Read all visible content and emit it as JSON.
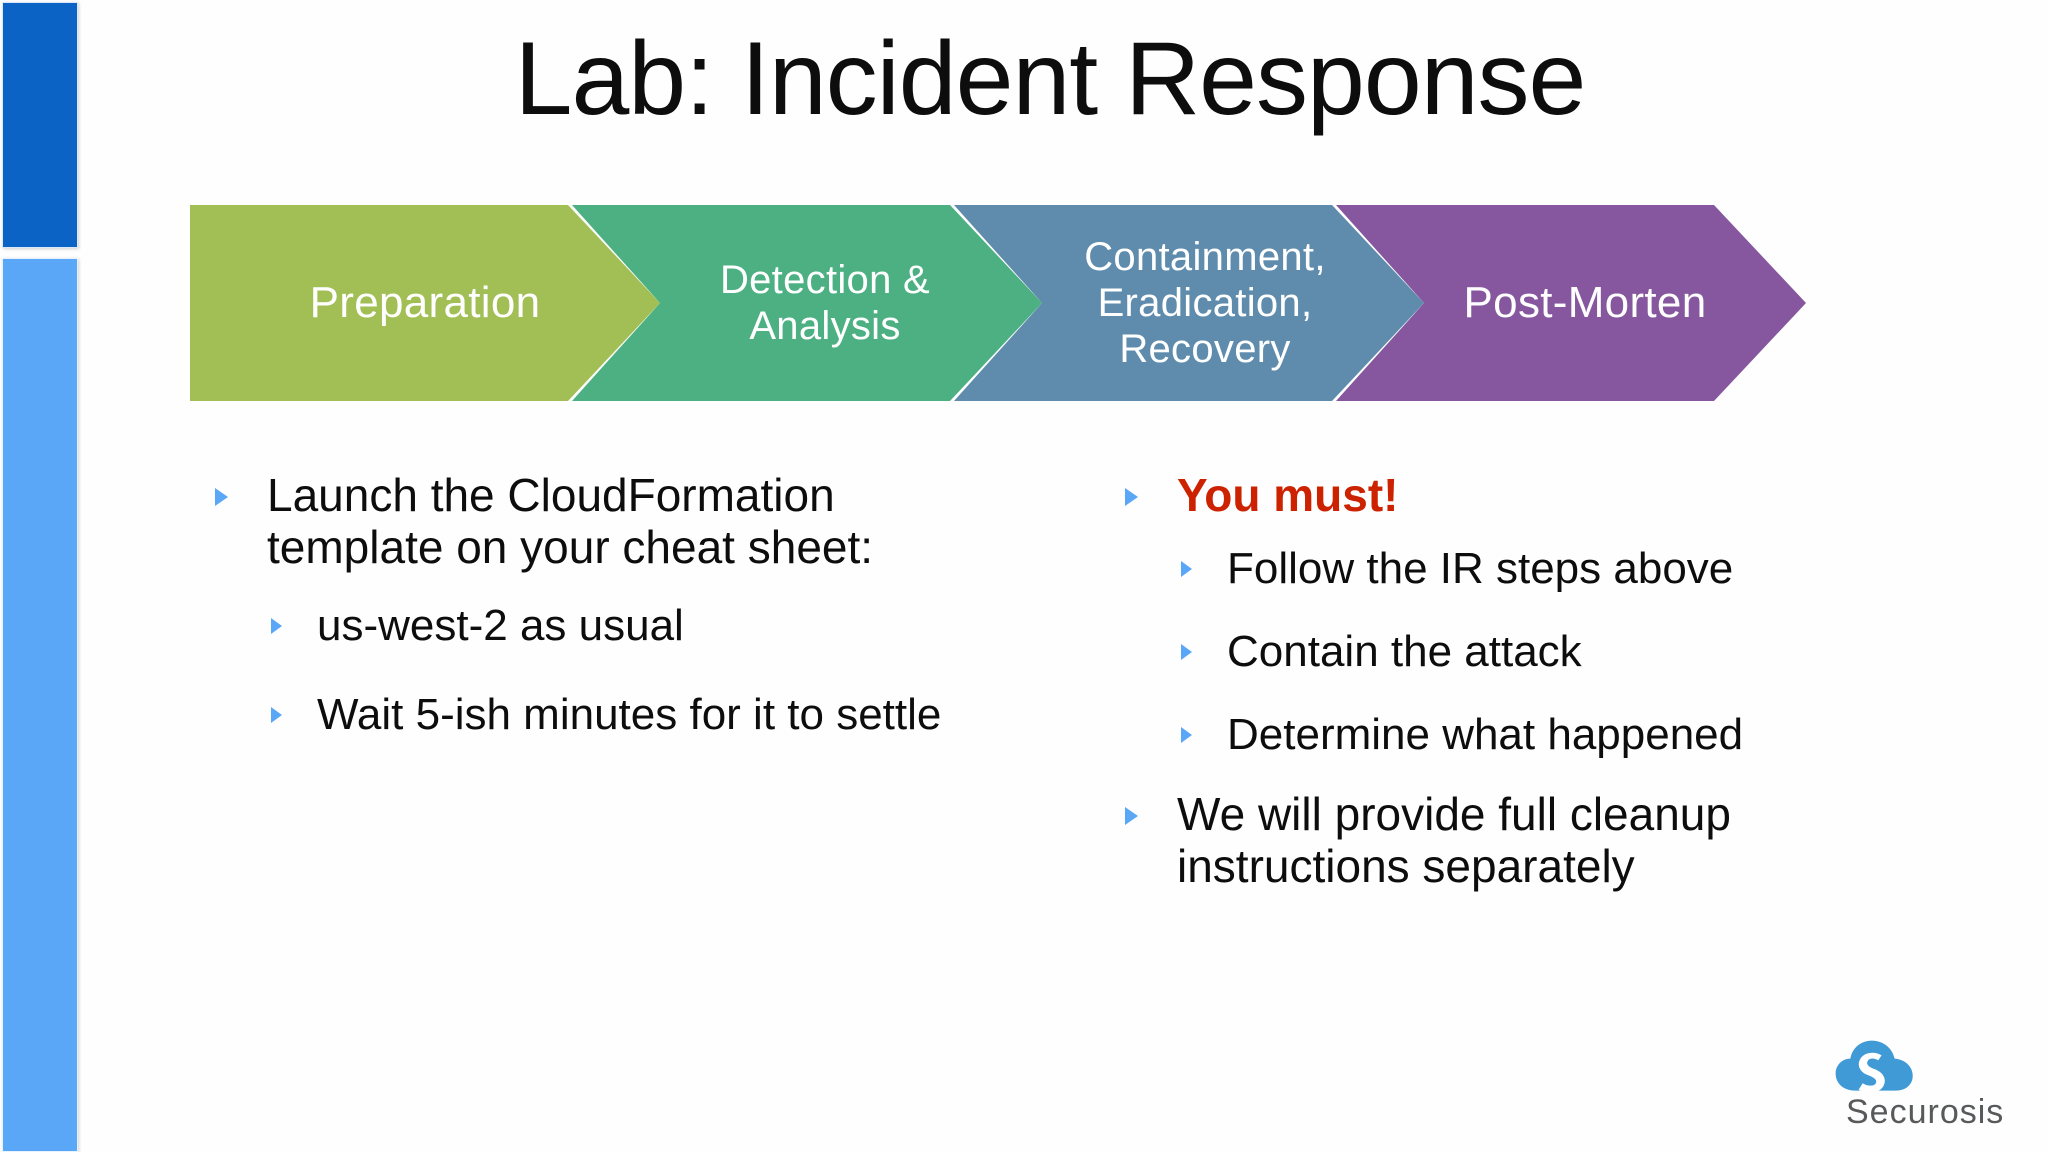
{
  "slide": {
    "title": "Lab: Incident Response"
  },
  "colors": {
    "rail_dark": "#0b63c5",
    "rail_light": "#5aa7f7",
    "bullet_marker": "#5aa7f7",
    "emphasis_red": "#cc2200",
    "chevron_1": "#a2bf55",
    "chevron_2": "#4cb082",
    "chevron_3": "#5f8cad",
    "chevron_4": "#86579f",
    "logo_blue": "#3f9ad6",
    "logo_gray": "#58595b",
    "text": "#0d0d0d"
  },
  "process": {
    "steps": [
      {
        "label": "Preparation",
        "color": "#a2bf55"
      },
      {
        "label": "Detection &\nAnalysis",
        "color": "#4cb082"
      },
      {
        "label": "Containment,\nEradication,\nRecovery",
        "color": "#5f8cad"
      },
      {
        "label": "Post-Morten",
        "color": "#86579f"
      }
    ]
  },
  "left_column": {
    "bullets": [
      {
        "level": 1,
        "text": "Launch the CloudFormation template on your cheat sheet:"
      },
      {
        "level": 2,
        "text": "us-west-2 as usual"
      },
      {
        "level": 2,
        "text": "Wait 5-ish minutes for it to settle"
      }
    ]
  },
  "right_column": {
    "bullets": [
      {
        "level": 1,
        "text": "You must!",
        "style": "red-bold"
      },
      {
        "level": 2,
        "text": "Follow the IR steps above"
      },
      {
        "level": 2,
        "text": "Contain the attack"
      },
      {
        "level": 2,
        "text": "Determine what happened"
      },
      {
        "level": 1,
        "text": "We will provide full cleanup instructions separately"
      }
    ]
  },
  "logo": {
    "wordmark": "Securosis",
    "mark_name": "cloud-s-logo"
  }
}
